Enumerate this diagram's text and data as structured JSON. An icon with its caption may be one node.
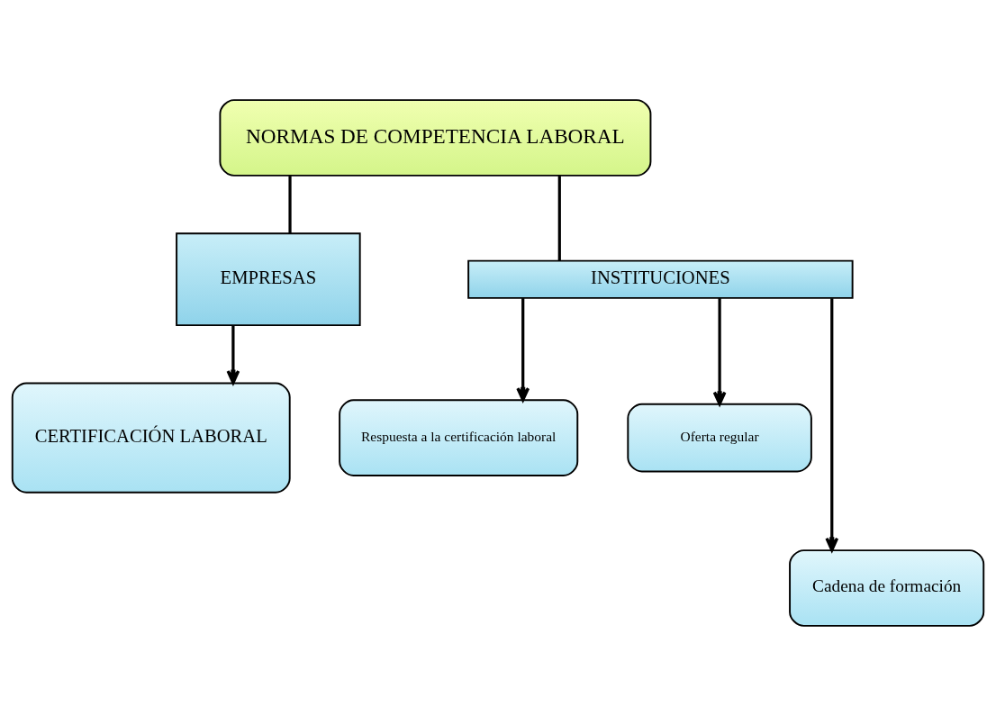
{
  "diagram": {
    "nodes": [
      {
        "text": [
          "NORMAS DE COMPETENCIA LABORAL"
        ]
      },
      {
        "text": [
          "EMPRESAS"
        ]
      },
      {
        "text": [
          "INSTITUCIONES"
        ]
      },
      {
        "text": [
          "CERTIFICACIÓN LABORAL"
        ]
      },
      {
        "text": [
          "Respuesta a la certificación laboral"
        ]
      },
      {
        "text": [
          "Oferta regular"
        ]
      },
      {
        "text": [
          "Cadena de formación"
        ]
      }
    ],
    "edges": [
      {
        "from": 0,
        "to": 1,
        "arrow": "none"
      },
      {
        "from": 0,
        "to": 2,
        "arrow": "none"
      },
      {
        "from": 1,
        "to": 3,
        "arrow": "to"
      },
      {
        "from": 2,
        "to": 4,
        "arrow": "to"
      },
      {
        "from": 2,
        "to": 5,
        "arrow": "to"
      },
      {
        "from": 2,
        "to": 6,
        "arrow": "to"
      }
    ]
  }
}
